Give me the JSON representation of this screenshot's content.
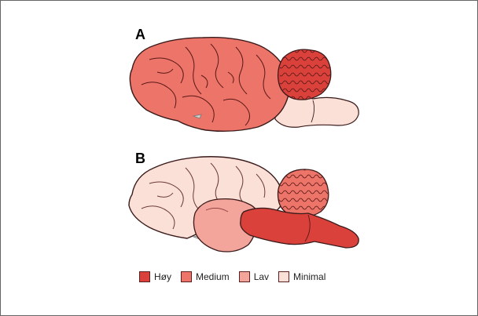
{
  "panels": [
    {
      "label": "A"
    },
    {
      "label": "B"
    }
  ],
  "legend": [
    {
      "label": "Høy",
      "color": "#d9413a"
    },
    {
      "label": "Medium",
      "color": "#ec7468"
    },
    {
      "label": "Lav",
      "color": "#f3a49b"
    },
    {
      "label": "Minimal",
      "color": "#fbe0d7"
    }
  ],
  "colors": {
    "outline": "#3a1a1a",
    "high": "#d9413a",
    "medium": "#ec7468",
    "low": "#f3a49b",
    "minimal": "#fbe0d7"
  }
}
